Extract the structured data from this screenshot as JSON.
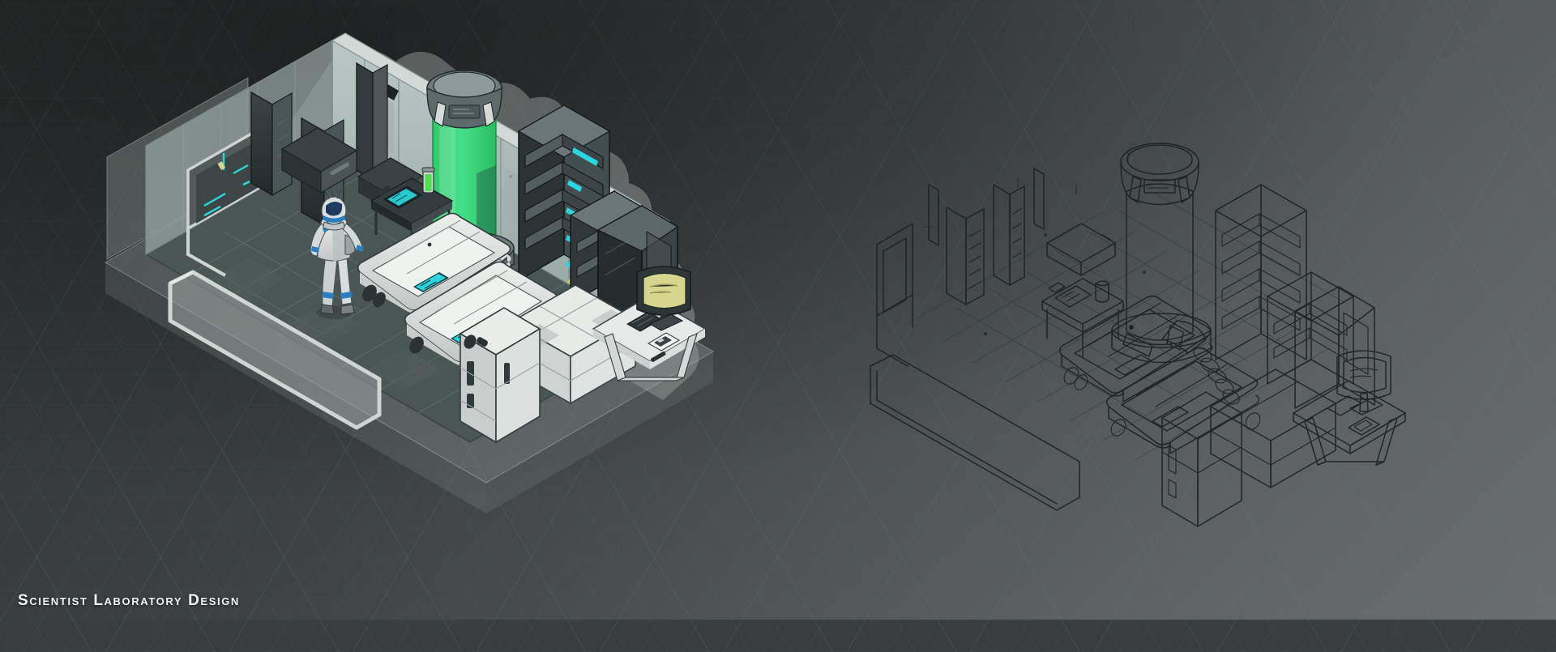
{
  "page": {
    "background_color": "#3d4142",
    "grid_color": "#56707a",
    "title_tag": "Scientist_Lab_Design",
    "caption": "Scientist Laboratory Design"
  },
  "palette": {
    "tank_green": "#3BD97C",
    "vial_green": "#4BE04B",
    "accent_cyan": "#2CD6DE",
    "screen_olive": "#D6D68F",
    "floor_slate": "#4A5654",
    "wall_pale": "#A9BAB6",
    "metal_dark": "#2E3739",
    "prop_white": "#E2E4E2",
    "suit_white": "#D8DCDC",
    "suit_blue": "#2B7FBF",
    "helmet_navy": "#1E3A5C",
    "line_ink": "#1c2124",
    "ghost_plane": "#8E9797"
  },
  "panels": [
    {
      "id": "colored-render",
      "name": "Colored isometric laboratory render",
      "style": "painted",
      "objects": [
        "back-wall-panels",
        "ceiling-light-strips",
        "left-wall-ghosted",
        "doorway-console",
        "wall-locker-columns",
        "overhead-hood",
        "green-specimen-tank",
        "tank-cap-module",
        "tank-base-ring",
        "flex-duct-hose",
        "server-rack-tall",
        "server-rack-short",
        "storage-cabinet-dark",
        "lab-table-console",
        "green-vial",
        "scientist-figure",
        "medical-pod-a",
        "medical-pod-b",
        "white-supply-crate",
        "white-floor-cabinet",
        "workstation-desk",
        "olive-monitor",
        "keyboard",
        "floor-tiles",
        "floor-rail",
        "shadow-blob-backdrop"
      ]
    },
    {
      "id": "lineart-render",
      "name": "Line-art wireframe of same laboratory",
      "style": "lineart",
      "objects": [
        "wall-frame-outlines",
        "locker-columns-outline",
        "lab-table-outline",
        "tank-outline",
        "tank-cap-outline",
        "duct-outline",
        "rack-outline-tall",
        "rack-outline-short",
        "medical-pod-outline-a",
        "medical-pod-outline-b",
        "floor-cabinet-outline",
        "desk-outline",
        "monitor-outline",
        "floor-rail-outline",
        "floor-tile-guides"
      ]
    }
  ],
  "annotations": {
    "tank_label": "",
    "console_label": "",
    "monitor_label": ""
  }
}
